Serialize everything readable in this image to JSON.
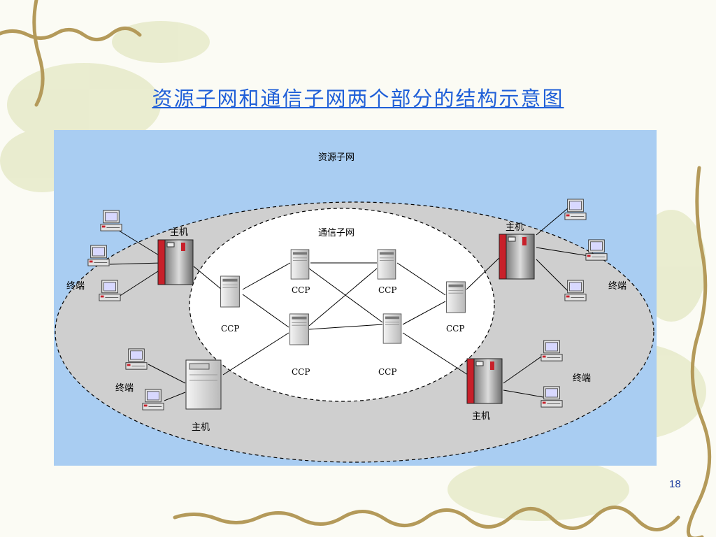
{
  "title": "资源子网和通信子网两个部分的结构示意图",
  "diagram": {
    "outer_label": "资源子网",
    "inner_label": "通信子网",
    "host_label": "主机",
    "terminal_label": "终端",
    "ccp_label": "CCP"
  },
  "page_number": "18",
  "colors": {
    "title": "#1f5fd8",
    "diagram_bg": "#a9cdf2",
    "outer_ellipse": "#cfcfcf",
    "inner_ellipse": "#ffffff",
    "host_red": "#c8202a"
  }
}
